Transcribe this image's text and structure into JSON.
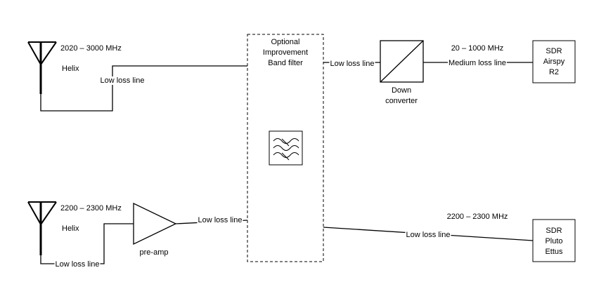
{
  "antenna_top": {
    "freq": "2020 – 3000 MHz",
    "type": "Helix"
  },
  "antenna_bottom": {
    "freq": "2200 – 2300 MHz",
    "type": "Helix"
  },
  "filter": {
    "line1": "Optional",
    "line2": "Improvement",
    "line3": "Band filter"
  },
  "converter": {
    "line1": "Down",
    "line2": "converter",
    "out_freq": "20 – 1000 MHz"
  },
  "preamp": {
    "label": "pre-amp"
  },
  "sdr_airspy": {
    "line1": "SDR",
    "line2": "Airspy",
    "line3": "R2"
  },
  "sdr_pluto": {
    "line1": "SDR",
    "line2": "Pluto",
    "line3": "Ettus",
    "freq": "2200 – 2300 MHz"
  },
  "lines": {
    "top_antenna_to_filter": "Low loss line",
    "filter_to_converter": "Low loss line",
    "converter_to_airspy": "Medium loss line",
    "bottom_antenna_to_preamp": "Low loss line",
    "preamp_to_filter": "Low loss line",
    "filter_to_pluto": "Low loss line"
  }
}
